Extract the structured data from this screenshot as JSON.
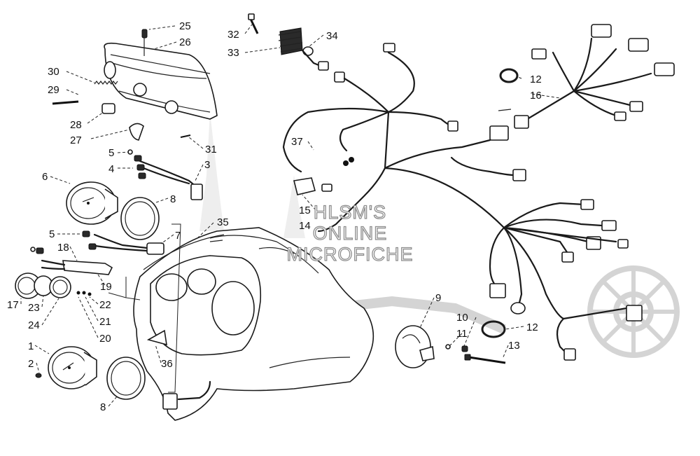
{
  "watermark": {
    "lines": [
      "HLSM'S",
      "ONLINE",
      "MICROFICHE"
    ]
  },
  "callouts": [
    {
      "id": "c25",
      "text": "25"
    },
    {
      "id": "c26",
      "text": "26"
    },
    {
      "id": "c30",
      "text": "30"
    },
    {
      "id": "c29",
      "text": "29"
    },
    {
      "id": "c28",
      "text": "28"
    },
    {
      "id": "c27",
      "text": "27"
    },
    {
      "id": "c31",
      "text": "31"
    },
    {
      "id": "c5a",
      "text": "5"
    },
    {
      "id": "c4",
      "text": "4"
    },
    {
      "id": "c3",
      "text": "3"
    },
    {
      "id": "c6",
      "text": "6"
    },
    {
      "id": "c8a",
      "text": "8"
    },
    {
      "id": "c5b",
      "text": "5"
    },
    {
      "id": "c7",
      "text": "7"
    },
    {
      "id": "c18",
      "text": "18"
    },
    {
      "id": "c19",
      "text": "19"
    },
    {
      "id": "c17",
      "text": "17"
    },
    {
      "id": "c23",
      "text": "23"
    },
    {
      "id": "c24",
      "text": "24"
    },
    {
      "id": "c22",
      "text": "22"
    },
    {
      "id": "c21",
      "text": "21"
    },
    {
      "id": "c20",
      "text": "20"
    },
    {
      "id": "c1",
      "text": "1"
    },
    {
      "id": "c2",
      "text": "2"
    },
    {
      "id": "c8b",
      "text": "8"
    },
    {
      "id": "c35",
      "text": "35"
    },
    {
      "id": "c36",
      "text": "36"
    },
    {
      "id": "c32",
      "text": "32"
    },
    {
      "id": "c33",
      "text": "33"
    },
    {
      "id": "c34",
      "text": "34"
    },
    {
      "id": "c37",
      "text": "37"
    },
    {
      "id": "c15",
      "text": "15"
    },
    {
      "id": "c14",
      "text": "14"
    },
    {
      "id": "c12a",
      "text": "12"
    },
    {
      "id": "c16",
      "text": "16"
    },
    {
      "id": "c9",
      "text": "9"
    },
    {
      "id": "c10",
      "text": "10"
    },
    {
      "id": "c11",
      "text": "11"
    },
    {
      "id": "c12b",
      "text": "12"
    },
    {
      "id": "c13",
      "text": "13"
    }
  ]
}
